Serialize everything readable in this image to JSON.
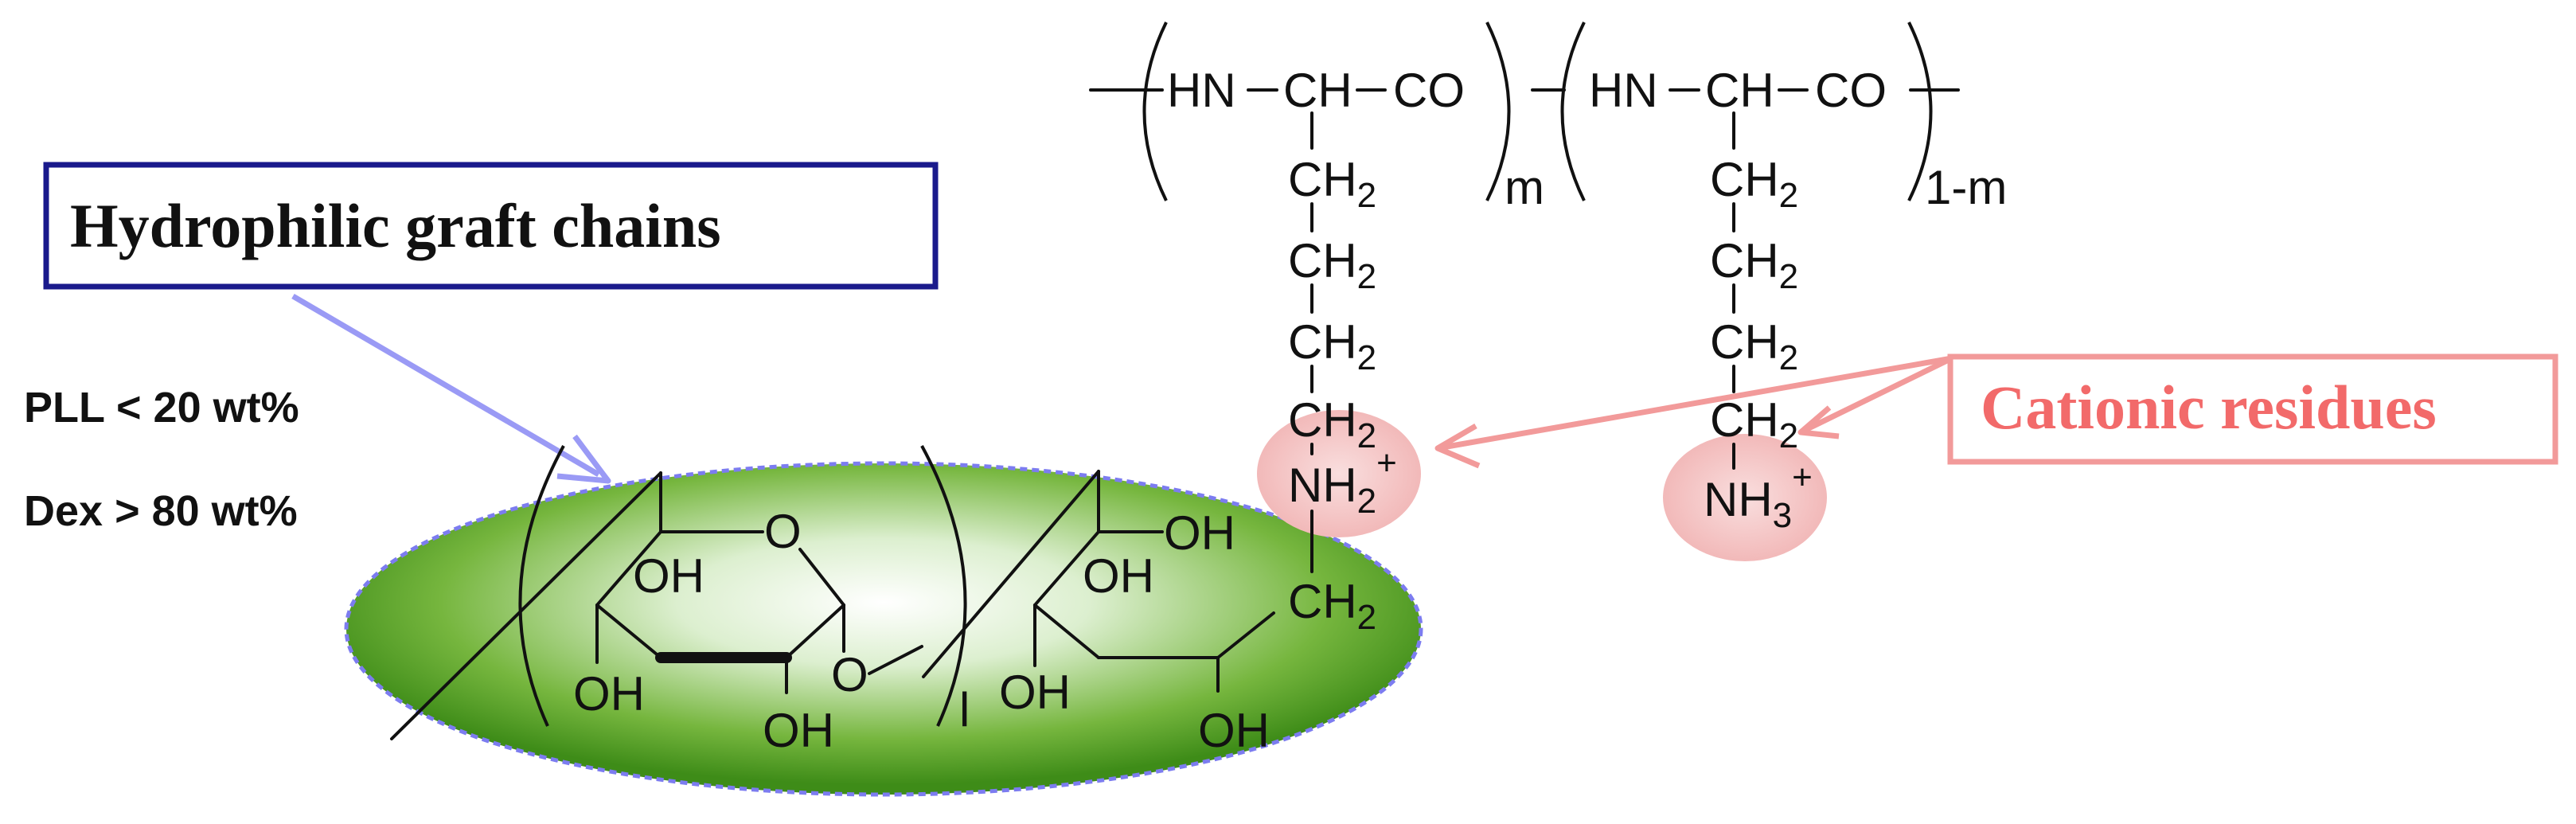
{
  "labels": {
    "hydrophilic": "Hydrophilic graft chains",
    "cationic": "Cationic residues",
    "pll": "PLL < 20 wt%",
    "dex": "Dex > 80 wt%"
  },
  "polymer": {
    "hn": "HN",
    "ch": "CH",
    "co": "CO",
    "ch2": "CH",
    "sub2": "2",
    "nh2": "NH",
    "nh3": "NH",
    "sub3": "3",
    "plus": "+",
    "m": "m",
    "one_minus_m": "1-m"
  },
  "dextran": {
    "o": "O",
    "oh": "OH",
    "l": "l"
  },
  "colors": {
    "ellipse_fill_center": "#ffffff",
    "ellipse_fill_edge": "#4a9e1f",
    "ellipse_border": "#7c7cf0",
    "callout_blue": "#1a1a8c",
    "arrow_blue": "#9a9af5",
    "callout_red": "#f26a6a",
    "highlight_pink": "#f6c7c7"
  }
}
